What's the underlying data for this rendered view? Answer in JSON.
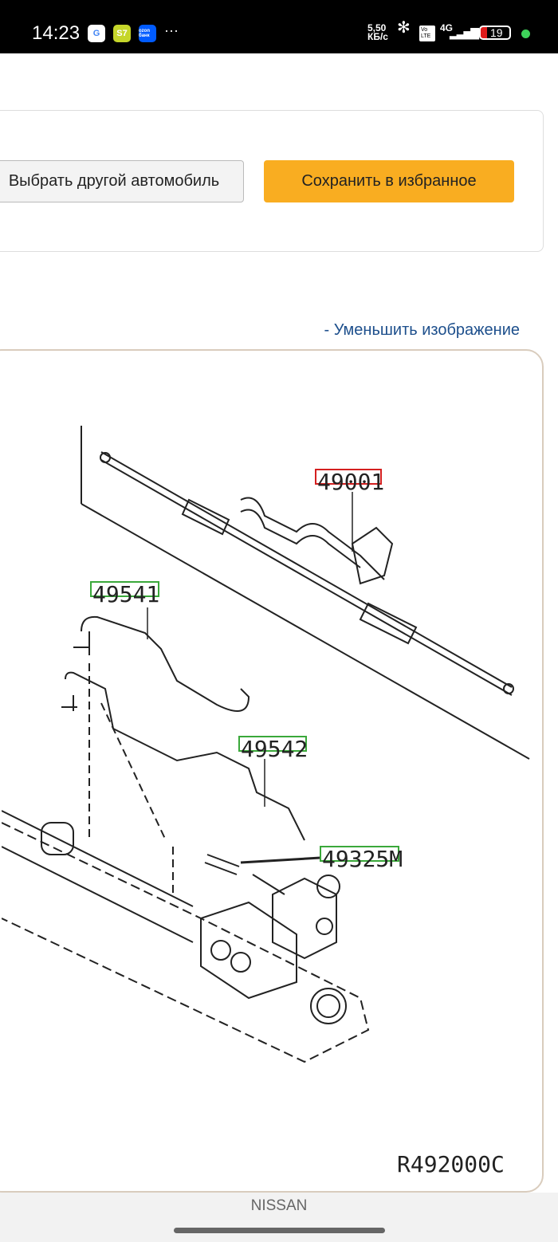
{
  "status_bar": {
    "time": "14:23",
    "apps": [
      "G",
      "S7",
      "ozon банк"
    ],
    "more": "···",
    "net_speed_top": "5,50",
    "net_speed_bottom": "КБ/с",
    "bluetooth": "✻",
    "volte": "Vo LTE",
    "network": "4G",
    "battery": "19"
  },
  "actions": {
    "choose_car": "Выбрать другой автомобиль",
    "save_favorite": "Сохранить в избранное"
  },
  "zoom_link": "- Уменьшить изображение",
  "diagram": {
    "parts": [
      {
        "number": "49001",
        "highlight": "#d42020"
      },
      {
        "number": "49541",
        "highlight": "#3aa83a"
      },
      {
        "number": "49542",
        "highlight": "#3aa83a"
      },
      {
        "number": "49325M",
        "highlight": "#3aa83a"
      }
    ],
    "code": "R492000C"
  },
  "footer": {
    "brand": "NISSAN"
  },
  "colors": {
    "accent": "#f9ad21",
    "link": "#1d4f8c"
  }
}
